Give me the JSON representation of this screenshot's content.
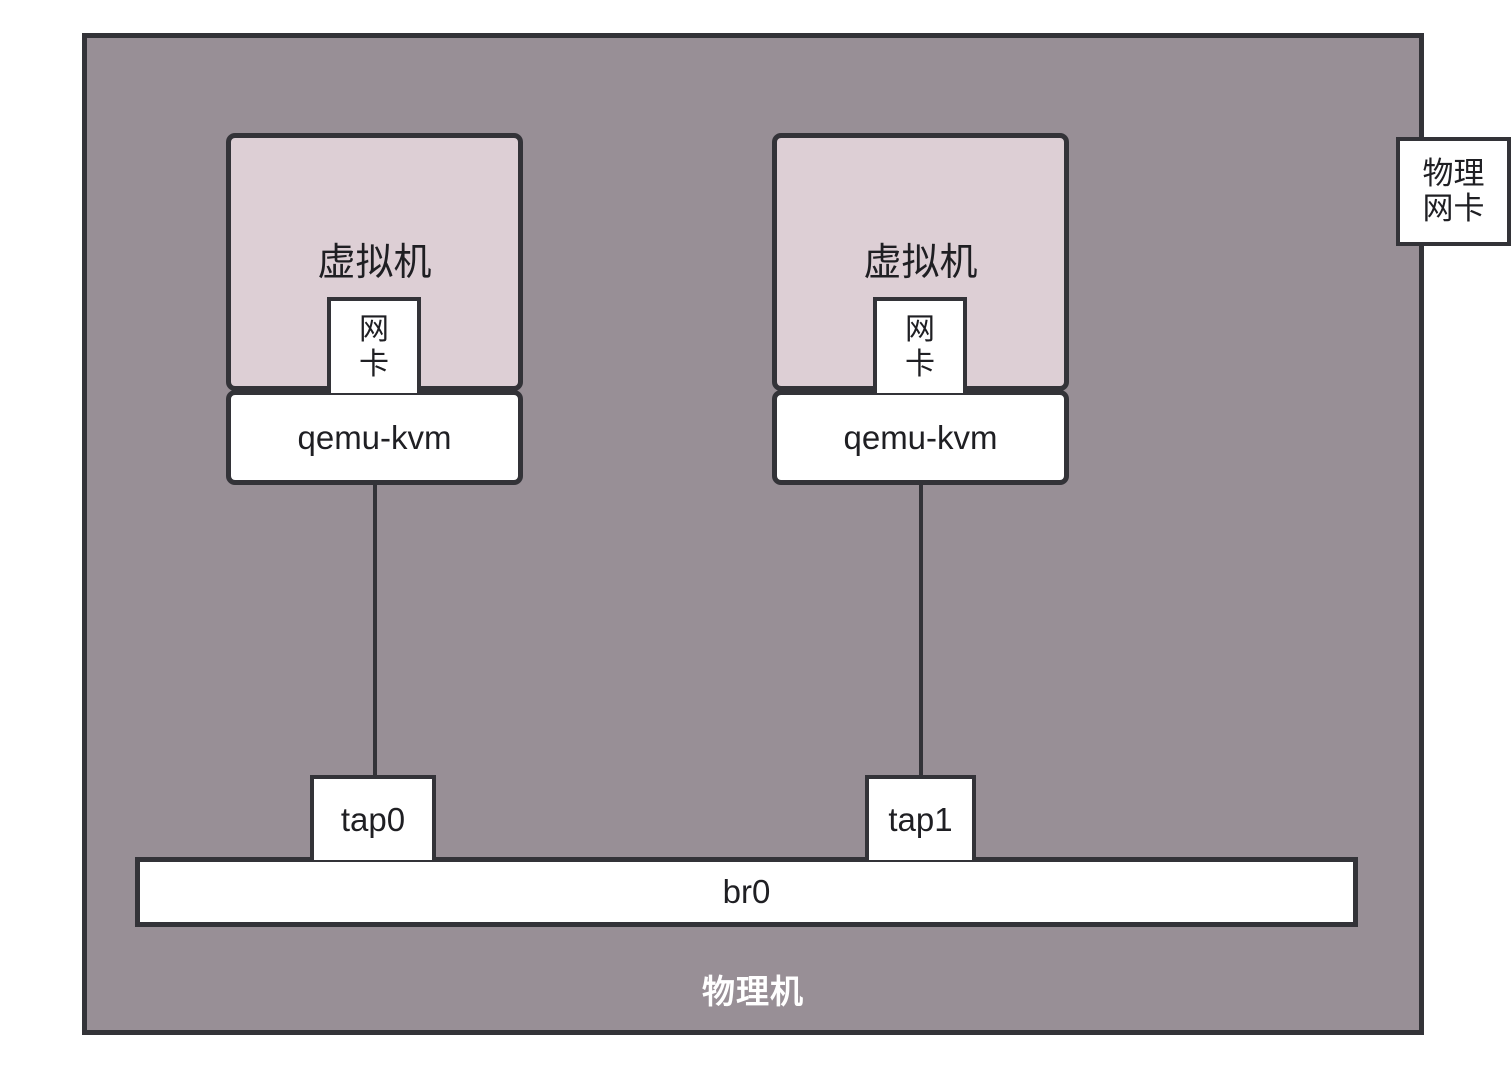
{
  "diagram": {
    "host": {
      "label": "物理机",
      "bg_color": "#988f96",
      "border_color": "#333338"
    },
    "physical_nic": {
      "line1": "物理",
      "line2": "网卡"
    },
    "bridge": {
      "label": "br0"
    },
    "vms": [
      {
        "title": "虚拟机",
        "nic_line1": "网",
        "nic_line2": "卡",
        "hypervisor": "qemu-kvm",
        "tap": "tap0"
      },
      {
        "title": "虚拟机",
        "nic_line1": "网",
        "nic_line2": "卡",
        "hypervisor": "qemu-kvm",
        "tap": "tap1"
      }
    ],
    "colors": {
      "vm_fill": "#ddcfd5",
      "host_fill": "#988f96",
      "stroke": "#333338",
      "box_fill": "#ffffff"
    }
  }
}
